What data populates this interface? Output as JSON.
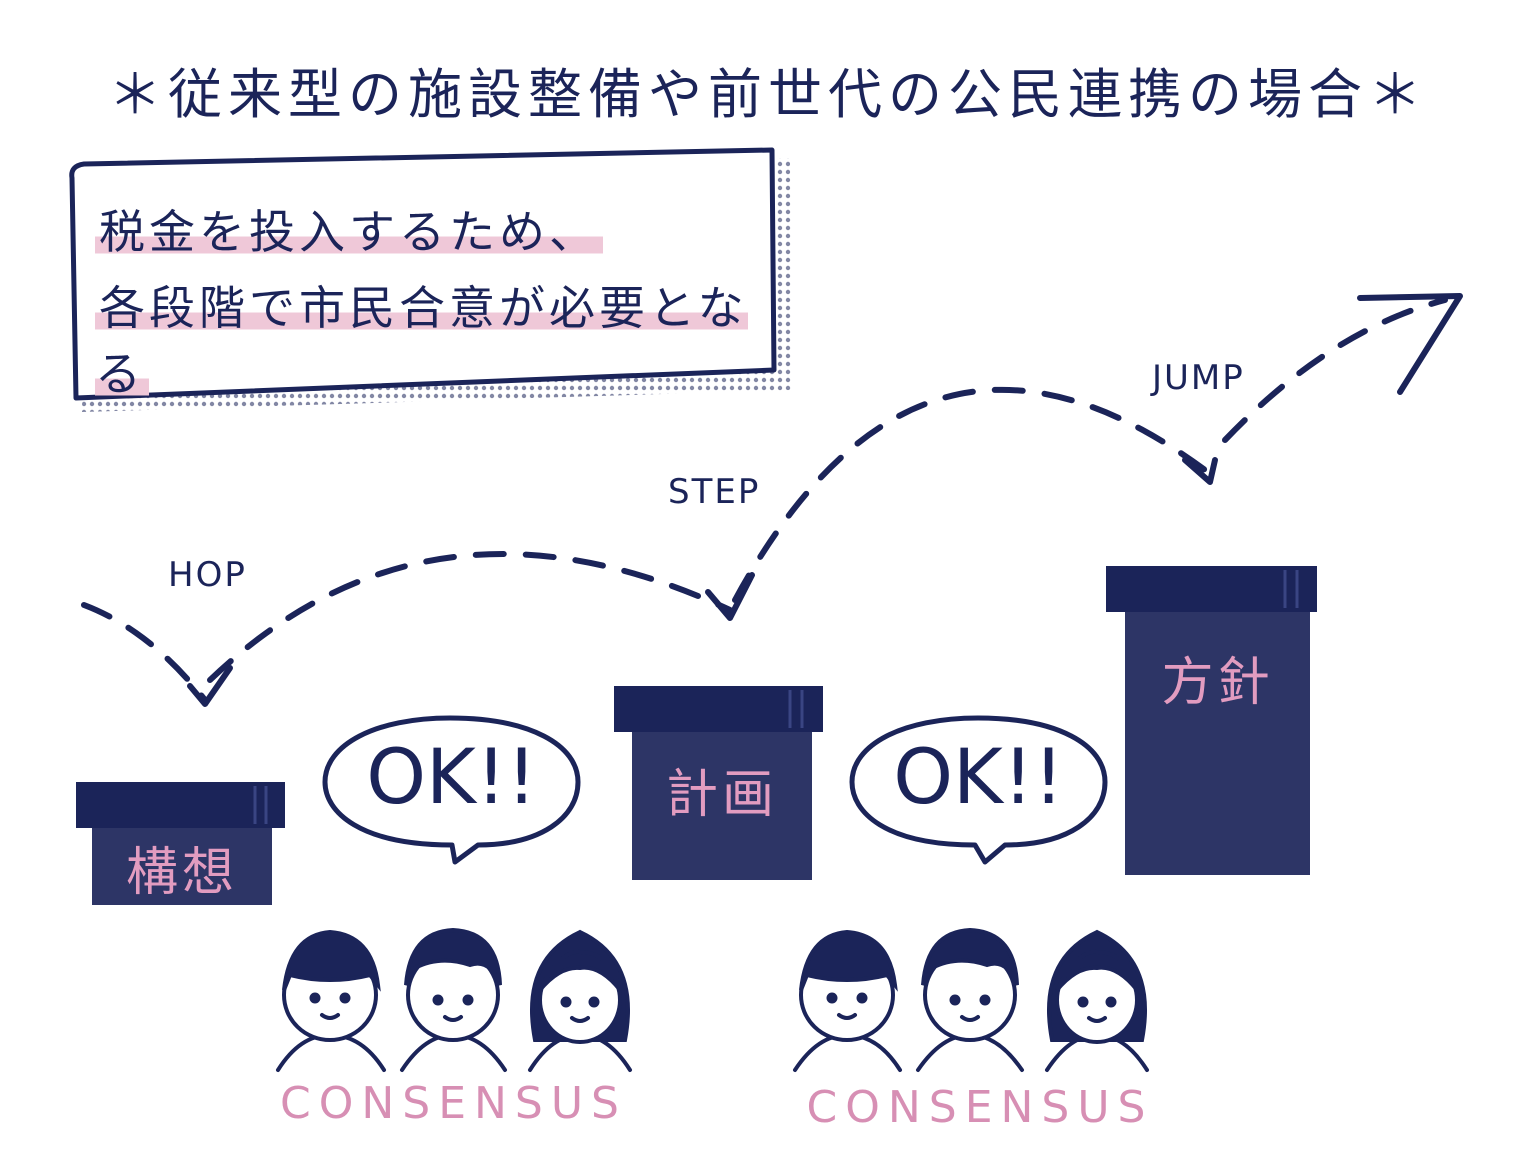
{
  "title": "＊従来型の施設整備や前世代の公民連携の場合＊",
  "callout": {
    "line1": "税金を投入するため、",
    "line2": "各段階で市民合意が必要となる"
  },
  "stages": [
    {
      "label": "構想",
      "jump": "HOP"
    },
    {
      "label": "計画",
      "jump": "STEP"
    },
    {
      "label": "方針",
      "jump": "JUMP"
    }
  ],
  "approvals": [
    {
      "speech": "OK!!",
      "caption": "CONSENSUS"
    },
    {
      "speech": "OK!!",
      "caption": "CONSENSUS"
    }
  ],
  "colors": {
    "ink": "#1b2459",
    "highlight": "#efc8d8",
    "box_text": "#e29cc0",
    "consensus": "#d78fb4"
  }
}
